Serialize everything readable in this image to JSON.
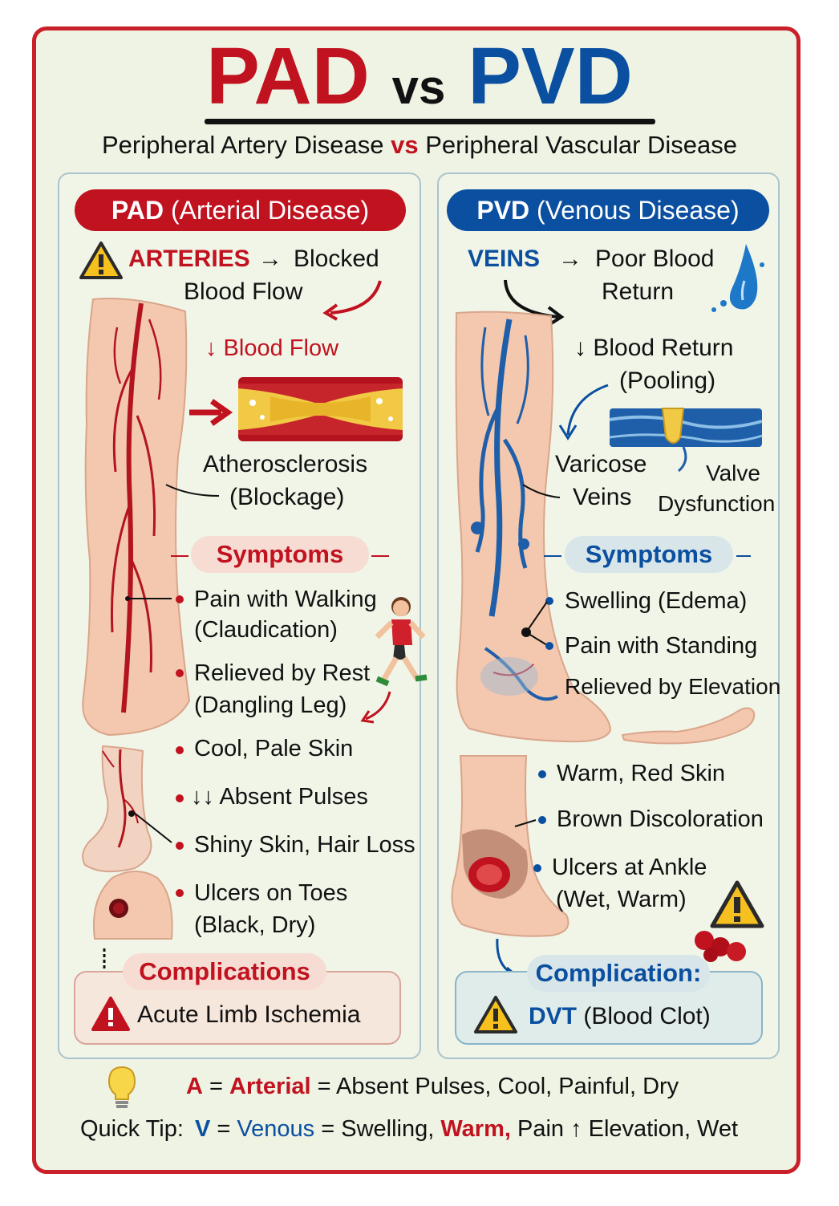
{
  "title": {
    "pad": "PAD",
    "vs": "vs",
    "pvd": "PVD"
  },
  "subtitle": {
    "part1": "Peripheral Artery Disease",
    "vs": "vs",
    "part2": "Peripheral Vascular Disease"
  },
  "pad": {
    "header_bold": "PAD",
    "header_rest": "(Arterial Disease)",
    "arteries": "ARTERIES",
    "arrow": "→",
    "blocked": "Blocked",
    "blood_flow": "Blood Flow",
    "down_blood_flow": "↓ Blood Flow",
    "athero_1": "Atherosclerosis",
    "athero_2": "(Blockage)",
    "symptoms_title": "Symptoms",
    "symptoms": [
      {
        "l1": "Pain with Walking",
        "l2": "(Claudication)"
      },
      {
        "l1": "Relieved by Rest",
        "l2": "(Dangling Leg)"
      },
      {
        "l1": "Cool, Pale Skin"
      },
      {
        "l1": "↓↓ Absent Pulses"
      },
      {
        "l1": "Shiny Skin, Hair Loss"
      },
      {
        "l1": "Ulcers on Toes",
        "l2": "(Black, Dry)"
      }
    ],
    "complications_title": "Complications",
    "complication": "Acute Limb Ischemia"
  },
  "pvd": {
    "header_bold": "PVD",
    "header_rest": "(Venous Disease)",
    "veins": "VEINS",
    "arrow": "→",
    "poor_blood": "Poor Blood",
    "return": "Return",
    "down_blood_return": "↓ Blood Return",
    "pooling": "(Pooling)",
    "varicose_1": "Varicose",
    "varicose_2": "Veins",
    "valve_1": "Valve",
    "valve_2": "Dysfunction",
    "symptoms_title": "Symptoms",
    "symptoms": [
      {
        "l1": "Swelling (Edema)"
      },
      {
        "l1": "Pain with Standing"
      },
      {
        "l1": "Relieved by Elevation"
      },
      {
        "l1": "Warm, Red Skin"
      },
      {
        "l1": "Brown Discoloration"
      },
      {
        "l1": "Ulcers at Ankle",
        "l2": "(Wet, Warm)"
      }
    ],
    "complications_title": "Complication:",
    "complication_bold": "DVT",
    "complication_rest": "(Blood Clot)"
  },
  "tip": {
    "a": "A",
    "eq": "=",
    "arterial": "Arterial",
    "arterial_desc": "Absent Pulses, Cool, Painful, Dry",
    "label": "Quick Tip:",
    "v": "V",
    "venous": "Venous",
    "venous_desc_1": "Swelling,",
    "warm": "Warm,",
    "venous_desc_2": "Pain ↑ Elevation, Wet"
  },
  "colors": {
    "arterial": "#c1121f",
    "venous": "#0b4fa0",
    "frame": "#c9202a"
  }
}
